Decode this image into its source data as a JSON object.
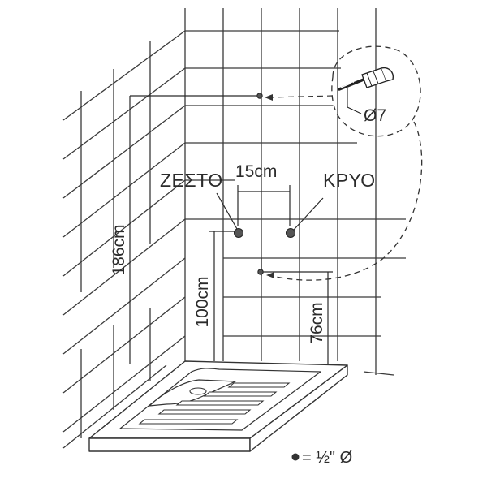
{
  "labels": {
    "hot": "ΖΕΣΤΟ",
    "cold": "ΚΡΥΟ"
  },
  "dimensions": {
    "spacing": "15cm",
    "total_height": "186cm",
    "tap_height": "100cm",
    "drain_height": "76cm"
  },
  "callout": {
    "drill_diameter": "Ø7",
    "icon": "drill-icon"
  },
  "legend": {
    "symbol": "●",
    "text": "= ½\" Ø"
  }
}
